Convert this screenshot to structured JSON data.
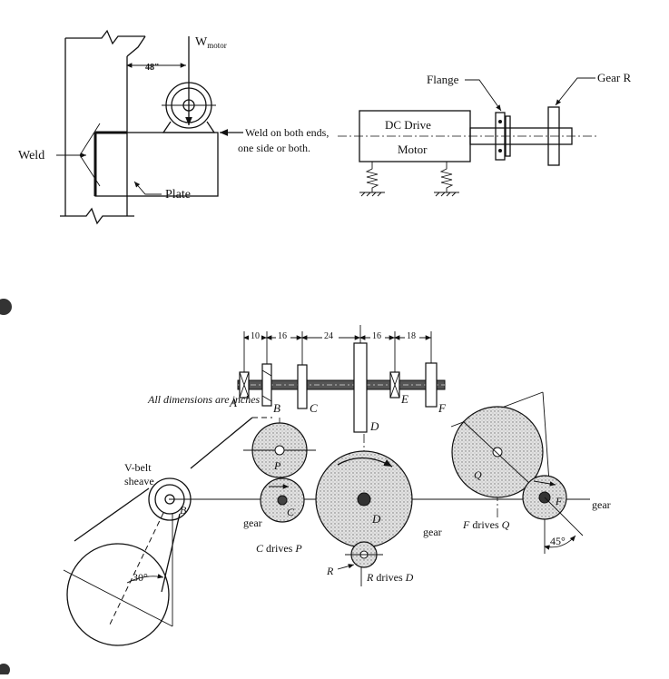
{
  "top_left": {
    "w_motor": "W",
    "w_motor_sub": "motor",
    "dim_48": "48\"",
    "weld": "Weld",
    "weld_note_1": "Weld on both ends,",
    "weld_note_2": "one side or both.",
    "plate": "Plate"
  },
  "top_right": {
    "flange": "Flange",
    "gear_r": "Gear R",
    "dc_drive": "DC Drive",
    "motor": "Motor"
  },
  "shaft": {
    "dims": [
      "10",
      "16",
      "24",
      "16",
      "18"
    ],
    "note": "All dimensions are inches",
    "labels": [
      "A",
      "B",
      "C",
      "D",
      "E",
      "F"
    ]
  },
  "gears": {
    "vbelt": "V-belt",
    "sheave": "sheave",
    "B": "B",
    "P": "P",
    "C": "C",
    "D": "D",
    "Q": "Q",
    "F": "F",
    "R": "R",
    "gear_c": "gear",
    "gear_d": "gear",
    "gear_f": "gear",
    "c_drives_p": "C drives P",
    "r_drives_d": "R drives D",
    "f_drives_q": "F drives Q",
    "angle_30": "30°",
    "angle_45": "45°"
  }
}
